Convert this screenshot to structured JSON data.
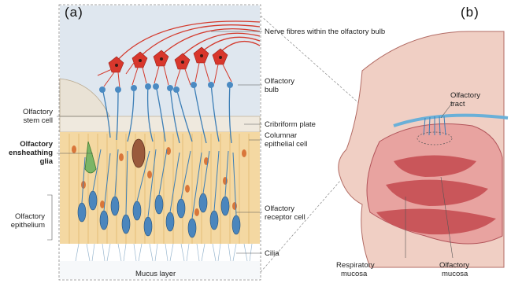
{
  "panels": {
    "a": "(a)",
    "b": "(b)"
  },
  "labels_a_left": {
    "stem_cell_1": "Olfactory",
    "stem_cell_2": "stem cell",
    "glia_1": "Olfactory",
    "glia_2": "ensheathing",
    "glia_3": "glia",
    "epithelium_1": "Olfactory",
    "epithelium_2": "epithelium"
  },
  "labels_a_right": {
    "nerve_fibres": "Nerve fibres within the olfactory bulb",
    "bulb_1": "Olfactory",
    "bulb_2": "bulb",
    "cribriform": "Cribriform plate",
    "columnar_1": "Columnar",
    "columnar_2": "epithelial cell",
    "receptor_1": "Olfactory",
    "receptor_2": "receptor cell",
    "cilia": "Cilia",
    "mucus": "Mucus layer"
  },
  "labels_b": {
    "tract_1": "Olfactory",
    "tract_2": "tract",
    "resp_1": "Respiratory",
    "resp_2": "mucosa",
    "olf_mucosa_1": "Olfactory",
    "olf_mucosa_2": "mucosa"
  },
  "colors": {
    "bulb": "#dde6ee",
    "cribriform": "#ece7dd",
    "epithelium": "#f4d9a4",
    "neuron_red": "#d8372c",
    "receptor_blue": "#3c7eb6",
    "tissue_pink": "#e8a3a0",
    "tissue_dark": "#c9565a",
    "tract_blue": "#6ab0d8"
  }
}
